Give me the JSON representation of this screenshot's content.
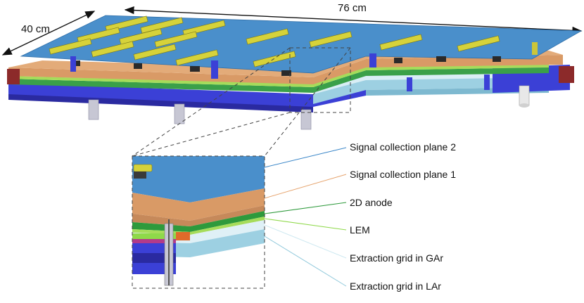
{
  "dimensions": {
    "length": "76 cm",
    "width": "40 cm"
  },
  "layers": [
    {
      "label": "Signal collection plane 2",
      "color": "#3a86c8"
    },
    {
      "label": "Signal collection plane 1",
      "color": "#e6a46e"
    },
    {
      "label": "2D anode",
      "color": "#2e9a3c"
    },
    {
      "label": "LEM",
      "color": "#8fd94a"
    },
    {
      "label": "Extraction grid in GAr",
      "color": "#cfe9f1"
    },
    {
      "label": "Extraction grid in LAr",
      "color": "#8fc8db"
    }
  ],
  "colors": {
    "top_plane": "#4a8fcb",
    "copper": "#d99a66",
    "anode": "#3a9e48",
    "lem": "#a6dc5a",
    "frame": "#3a3fd0",
    "frame_dark": "#2a2a9a",
    "connector": "#d6d23a"
  }
}
